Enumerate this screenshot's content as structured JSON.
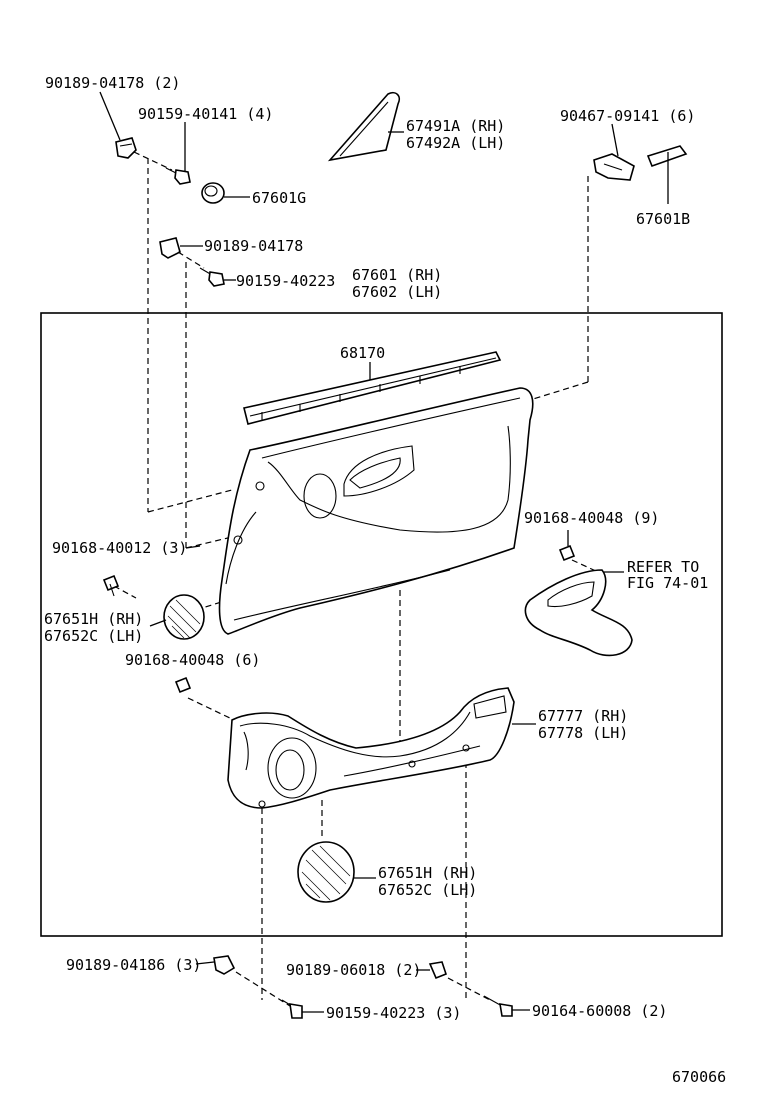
{
  "diagram_id": "670066",
  "labels": {
    "p1": "90189-04178 (2)",
    "p2": "90159-40141 (4)",
    "p3": "67601G",
    "p4": "90189-04178",
    "p5": "90159-40223",
    "p6a": "67491A (RH)",
    "p6b": "67492A (LH)",
    "p7a": "67601 (RH)",
    "p7b": "67602 (LH)",
    "p8": "90467-09141 (6)",
    "p9": "67601B",
    "p10": "68170",
    "p11": "90168-40012 (3)",
    "p12": "90168-40048 (9)",
    "p13a": "REFER TO",
    "p13b": "FIG 74-01",
    "p14a": "67651H (RH)",
    "p14b": "67652C (LH)",
    "p15": "90168-40048 (6)",
    "p16a": "67777 (RH)",
    "p16b": "67778 (LH)",
    "p17a": "67651H (RH)",
    "p17b": "67652C (LH)",
    "p18": "90189-04186 (3)",
    "p19": "90189-06018 (2)",
    "p20": "90159-40223 (3)",
    "p21": "90164-60008 (2)"
  }
}
